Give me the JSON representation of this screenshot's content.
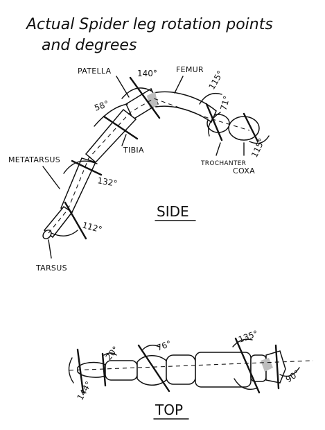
{
  "title": {
    "line1": "Actual Spider leg rotation points",
    "line2": "and degrees"
  },
  "side": {
    "heading": "SIDE",
    "labels": {
      "patella": "PATELLA",
      "femur": "FEMUR",
      "tibia": "TIBIA",
      "metatarsus": "METATARSUS",
      "trochanter": "TROCHANTER",
      "coxa": "COXA",
      "tarsus": "TARSUS"
    },
    "angles": {
      "patella_femur": "140°",
      "tibia_patella": "58°",
      "trochanter_upper": "115°",
      "trochanter_lower": "71°",
      "coxa": "115°",
      "metatarsus_tibia": "132°",
      "tarsus_metatarsus": "112°"
    }
  },
  "top": {
    "heading": "TOP",
    "angles": {
      "tarsus": "144°",
      "metatarsus": "20°",
      "tibia": "76°",
      "coxa_upper": "135°",
      "coxa_end": "90°"
    }
  }
}
